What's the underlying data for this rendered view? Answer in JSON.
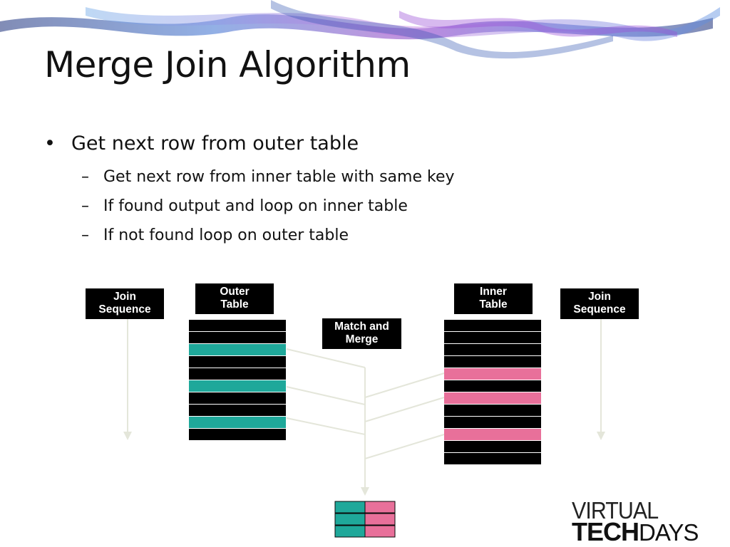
{
  "slide": {
    "title": "Merge Join Algorithm",
    "bullet_marker": "•",
    "sub_marker": "–",
    "bullet1": "Get next row from outer table",
    "sub_bullets": [
      "Get next row from inner table with same key",
      "If found output and loop on inner table",
      "If not found loop on outer table"
    ]
  },
  "diagram": {
    "left_join_label": [
      "Join",
      "Sequence"
    ],
    "outer_label": [
      "Outer",
      "Table"
    ],
    "match_label": [
      "Match and",
      "Merge"
    ],
    "inner_label": [
      "Inner",
      "Table"
    ],
    "right_join_label": [
      "Join",
      "Sequence"
    ],
    "colors": {
      "outer_highlight": "#1fa89a",
      "inner_highlight": "#e8709a",
      "row": "#000000",
      "connector": "#e4e6da"
    },
    "outer_rows": 10,
    "outer_highlighted_rows": [
      2,
      5,
      8
    ],
    "inner_rows": 12,
    "inner_highlighted_rows": [
      4,
      6,
      9
    ]
  },
  "logo": {
    "line1": "VIRTUAL",
    "line2_bold": "TECH",
    "line2_light": "DAYS"
  }
}
